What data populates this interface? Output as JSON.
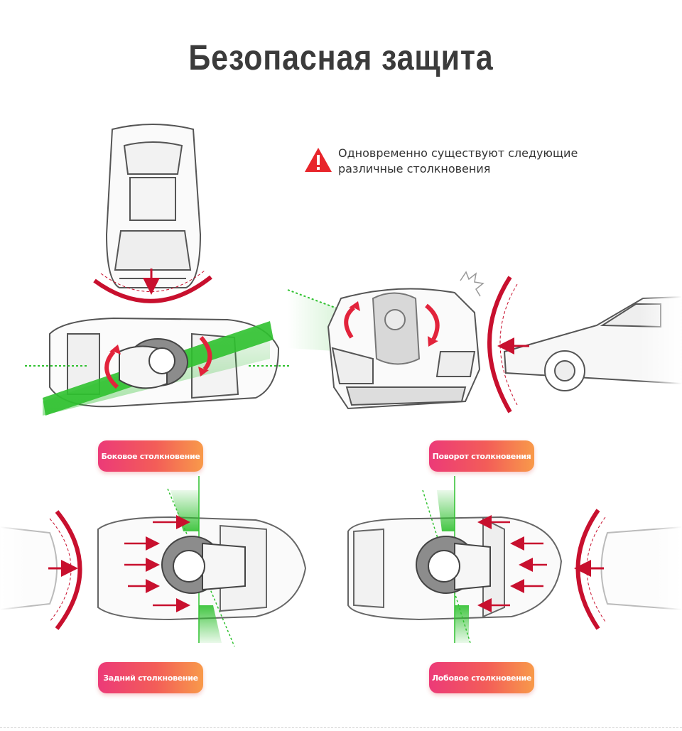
{
  "title": "Безопасная защита",
  "warning": {
    "icon": "warning-triangle-icon",
    "text": "Одновременно существуют следующие\n различные столкновения"
  },
  "labels": {
    "side": "Боковое столкновение",
    "rotation": "Поворот столкновения",
    "rear": "Задний столкновение",
    "front": "Лобовое столкновение"
  },
  "colors": {
    "impact_red": "#c8102e",
    "protection_green": "#2fc12f",
    "badge_start": "#ec3a78",
    "badge_end": "#f89a4a",
    "outline": "#555555"
  }
}
